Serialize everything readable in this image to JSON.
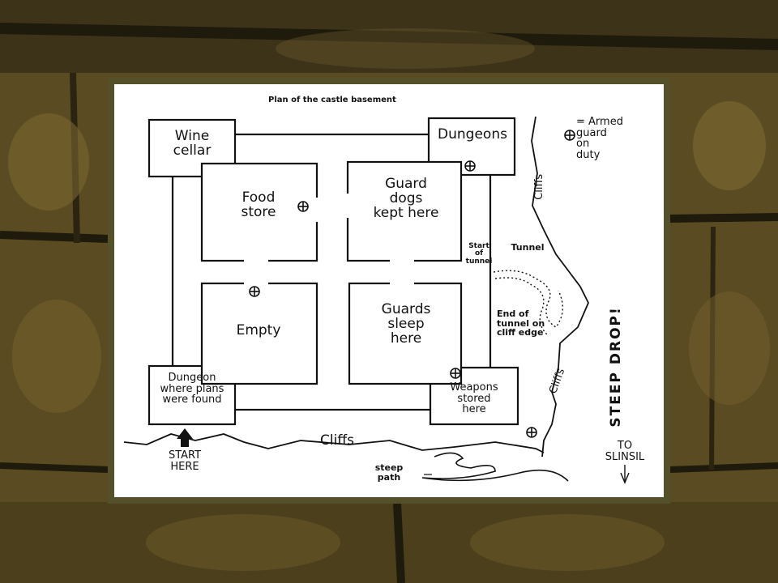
{
  "plan": {
    "title": "Plan of the castle basement",
    "rooms": {
      "wine_cellar": "Wine\ncellar",
      "dungeons": "Dungeons",
      "food_store": "Food\nstore",
      "guard_dogs": "Guard\ndogs\nkept here",
      "empty": "Empty",
      "guards_sleep": "Guards\nsleep\nhere",
      "dungeon_plans": "Dungeon\nwhere plans\nwere found",
      "weapons": "Weapons\nstored\nhere"
    },
    "legend": {
      "text": "= Armed\nguard\non\nduty"
    },
    "annotations": {
      "cliffs_top": "Cliffs",
      "cliffs_mid": "Cliffs",
      "cliffs_bottom": "Cliffs",
      "start_of_tunnel": "Start\nof\ntunnel",
      "tunnel": "Tunnel",
      "end_of_tunnel": "End of\ntunnel on\ncliff edge",
      "steep_drop": "STEEP DROP!",
      "start_here": "START\nHERE",
      "steep_path": "steep\npath",
      "to_slinsil": "TO\nSLINSIL"
    }
  },
  "colors": {
    "frame": "#54512a",
    "paper": "#ffffff",
    "ink": "#111111",
    "stone": "#6b5a2a"
  }
}
